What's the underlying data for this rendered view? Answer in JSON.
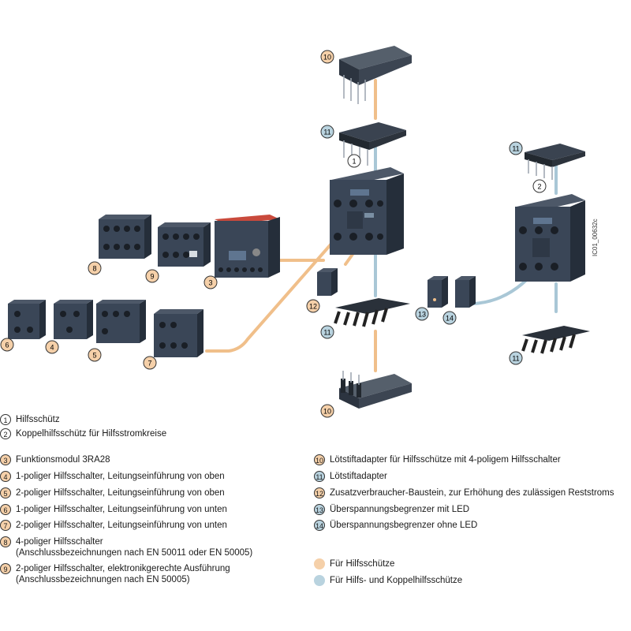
{
  "colors": {
    "orange": "#f0bf8a",
    "blue": "#a9c7d6",
    "device": "#3a4657",
    "device_dark": "#252e3a"
  },
  "code": "IC01_00632c",
  "diagram_callouts": [
    "1",
    "2",
    "3",
    "4",
    "5",
    "6",
    "7",
    "8",
    "9",
    "10",
    "10",
    "11",
    "11",
    "11",
    "11",
    "12",
    "13",
    "14"
  ],
  "legend_left": [
    {
      "num": "1",
      "text": "Hilfsschütz",
      "style": "white"
    },
    {
      "num": "2",
      "text": "Koppelhilfsschütz für Hilfsstromkreise",
      "style": "white"
    },
    {
      "num": "3",
      "text": "Funktionsmodul 3RA28",
      "style": "orange"
    },
    {
      "num": "4",
      "text": "1-poliger Hilfsschalter, Leitungseinführung von oben",
      "style": "orange"
    },
    {
      "num": "5",
      "text": "2-poliger Hilfsschalter, Leitungseinführung von oben",
      "style": "orange"
    },
    {
      "num": "6",
      "text": "1-poliger Hilfsschalter, Leitungseinführung von unten",
      "style": "orange"
    },
    {
      "num": "7",
      "text": "2-poliger Hilfsschalter, Leitungseinführung von unten",
      "style": "orange"
    },
    {
      "num": "8",
      "text": "4-poliger Hilfsschalter\n(Anschlussbezeichnungen nach EN 50011 oder EN 50005)",
      "style": "orange"
    },
    {
      "num": "9",
      "text": "2-poliger Hilfsschalter, elektronikgerechte Ausführung\n(Anschlussbezeichnungen nach EN 50005)",
      "style": "orange"
    }
  ],
  "legend_right": [
    {
      "num": "10",
      "text": "Lötstiftadapter für Hilfsschütze mit 4-poligem Hilfsschalter",
      "style": "orange"
    },
    {
      "num": "11",
      "text": "Lötstiftadapter",
      "style": "blue"
    },
    {
      "num": "12",
      "text": "Zusatzverbraucher-Baustein, zur Erhöhung des zulässigen Reststroms",
      "style": "orange"
    },
    {
      "num": "13",
      "text": "Überspannungsbegrenzer mit LED",
      "style": "blue"
    },
    {
      "num": "14",
      "text": "Überspannungsbegrenzer ohne LED",
      "style": "blue"
    }
  ],
  "color_key": [
    {
      "text": "Für Hilfsschütze",
      "color": "#f0bf8a"
    },
    {
      "text": "Für Hilfs- und Koppelhilfsschütze",
      "color": "#a9c7d6"
    }
  ]
}
